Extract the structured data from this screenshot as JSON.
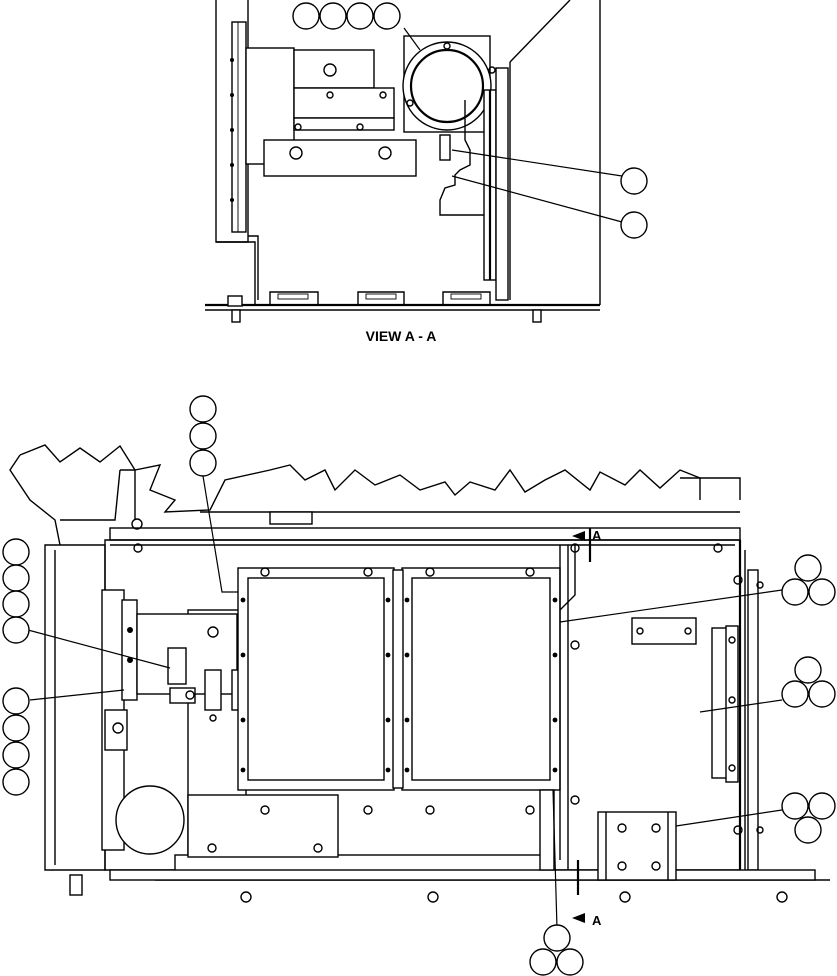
{
  "view_label": "VIEW A - A",
  "section_marker_top": "A",
  "section_marker_bottom": "A"
}
